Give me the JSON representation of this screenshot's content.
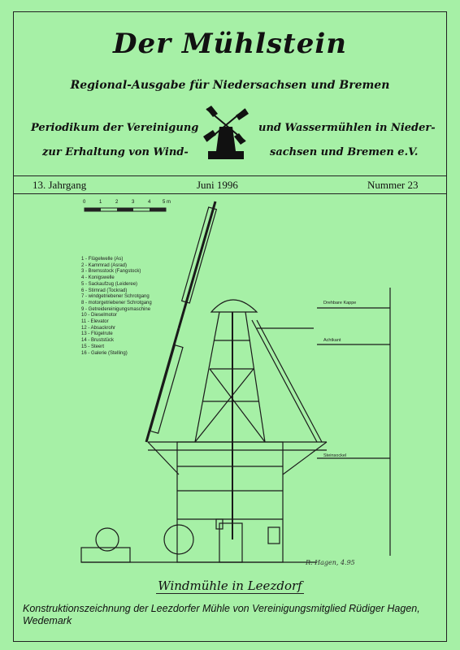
{
  "header": {
    "title": "Der Mühlstein",
    "subtitle": "Regional-Ausgabe für Niedersachsen und Bremen",
    "periodikum_left_1": "Periodikum der Vereinigung",
    "periodikum_left_2": "zur Erhaltung von Wind-",
    "periodikum_right_1": "und Wassermühlen in Nieder-",
    "periodikum_right_2": "sachsen und Bremen e.V."
  },
  "meta": {
    "jahrgang": "13. Jahrgang",
    "date": "Juni 1996",
    "nummer": "Nummer 23"
  },
  "drawing": {
    "scale_labels": [
      "0",
      "1",
      "2",
      "3",
      "4",
      "5 m"
    ],
    "legend": [
      "1 - Flügelwelle (As)",
      "2 - Kammrad (Asrad)",
      "3 - Bremsstock (Fangstock)",
      "4 - Konigswelle",
      "5 - Sackaufzug (Leideree)",
      "6 - Stirnrad (Tockrad)",
      "7 - windgetriebener Schrotgang",
      "8 - motorgetriebener Schrotgang",
      "9 - Getreidereinigungsmaschine",
      "10 - Dieselmotor",
      "11 - Elevator",
      "12 - Absackrohr",
      "13 - Flügelrute",
      "14 - Bruststück",
      "15 - Steert",
      "16 - Galerie (Stelling)"
    ],
    "side_labels": {
      "top": "Drehbare Kappe",
      "mid": "Achtkant",
      "bottom": "Steinsockel"
    },
    "signature": "R. Hagen, 4.95"
  },
  "caption": "Windmühle in Leezdorf",
  "credit": "Konstruktionszeichnung der Leezdorfer Mühle von Vereinigungsmitglied Rüdiger Hagen, Wedemark"
}
